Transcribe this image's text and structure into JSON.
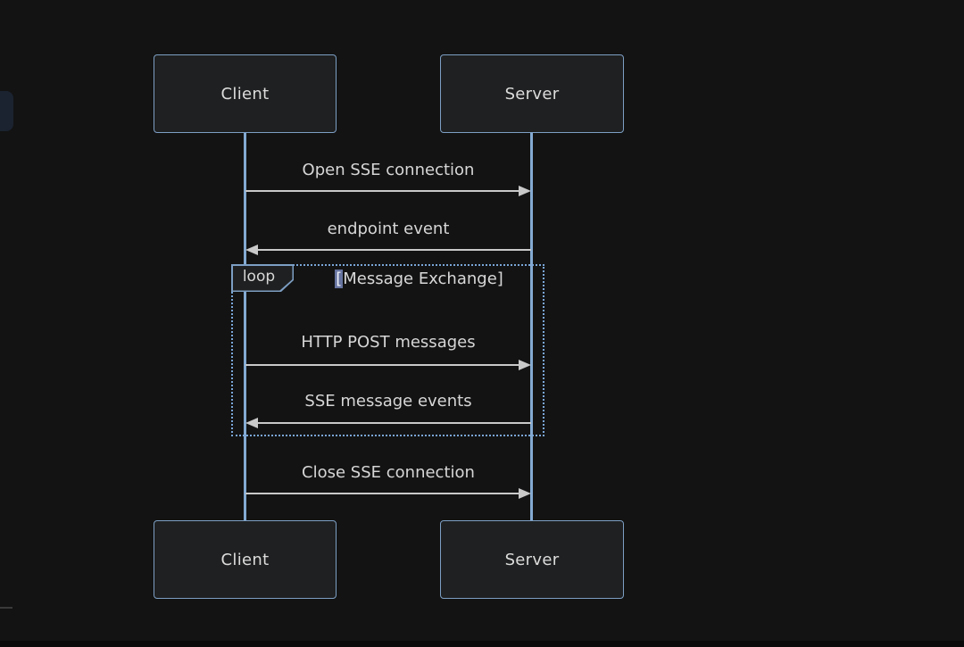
{
  "page": {
    "background": "#131313"
  },
  "diagram": {
    "type": "sequence-diagram",
    "actors": [
      {
        "name": "Client"
      },
      {
        "name": "Server"
      }
    ],
    "messages": [
      {
        "label": "Open SSE connection",
        "direction": "client-to-server"
      },
      {
        "label": "endpoint event",
        "direction": "server-to-client"
      },
      {
        "label": "HTTP POST messages",
        "direction": "client-to-server"
      },
      {
        "label": "SSE message events",
        "direction": "server-to-client"
      },
      {
        "label": "Close SSE connection",
        "direction": "client-to-server"
      }
    ],
    "loop": {
      "keyword": "loop",
      "cursor_char": "[",
      "title_rest": "Message Exchange]"
    },
    "colors": {
      "background": "#131313",
      "actor_fill": "#1f2021",
      "actor_border": "#7d9fc4",
      "lifeline": "#83aad2",
      "arrow": "#c9c9c9",
      "text": "#d6d6d6",
      "loop_border": "#7aa6d8",
      "cursor_block": "#66739f",
      "edge_tab": "#1b2330"
    }
  }
}
